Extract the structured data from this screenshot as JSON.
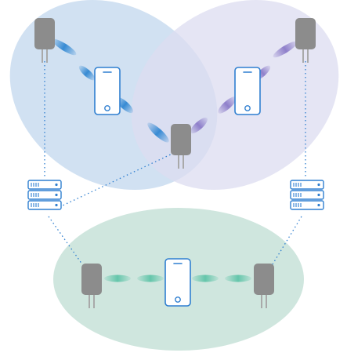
{
  "diagram": {
    "zones": [
      {
        "id": "zone-blue",
        "label": "",
        "color": "#c9dcf0"
      },
      {
        "id": "zone-purple",
        "label": "",
        "color": "#dcdcf0"
      },
      {
        "id": "zone-green",
        "label": "",
        "color": "#cfe6de"
      }
    ],
    "colors": {
      "device_gray": "#8c8c8c",
      "device_prong": "#a9a9a9",
      "phone_stroke": "#2f7fd0",
      "server_stroke": "#2f7fd0",
      "link_dots": "#2f7fd0",
      "beam_blue": "#2e86d2",
      "beam_purple": "#8a7ac8",
      "beam_green": "#5fc4a8"
    },
    "icons": [
      "access-point-icon",
      "phone-icon",
      "server-icon"
    ]
  }
}
